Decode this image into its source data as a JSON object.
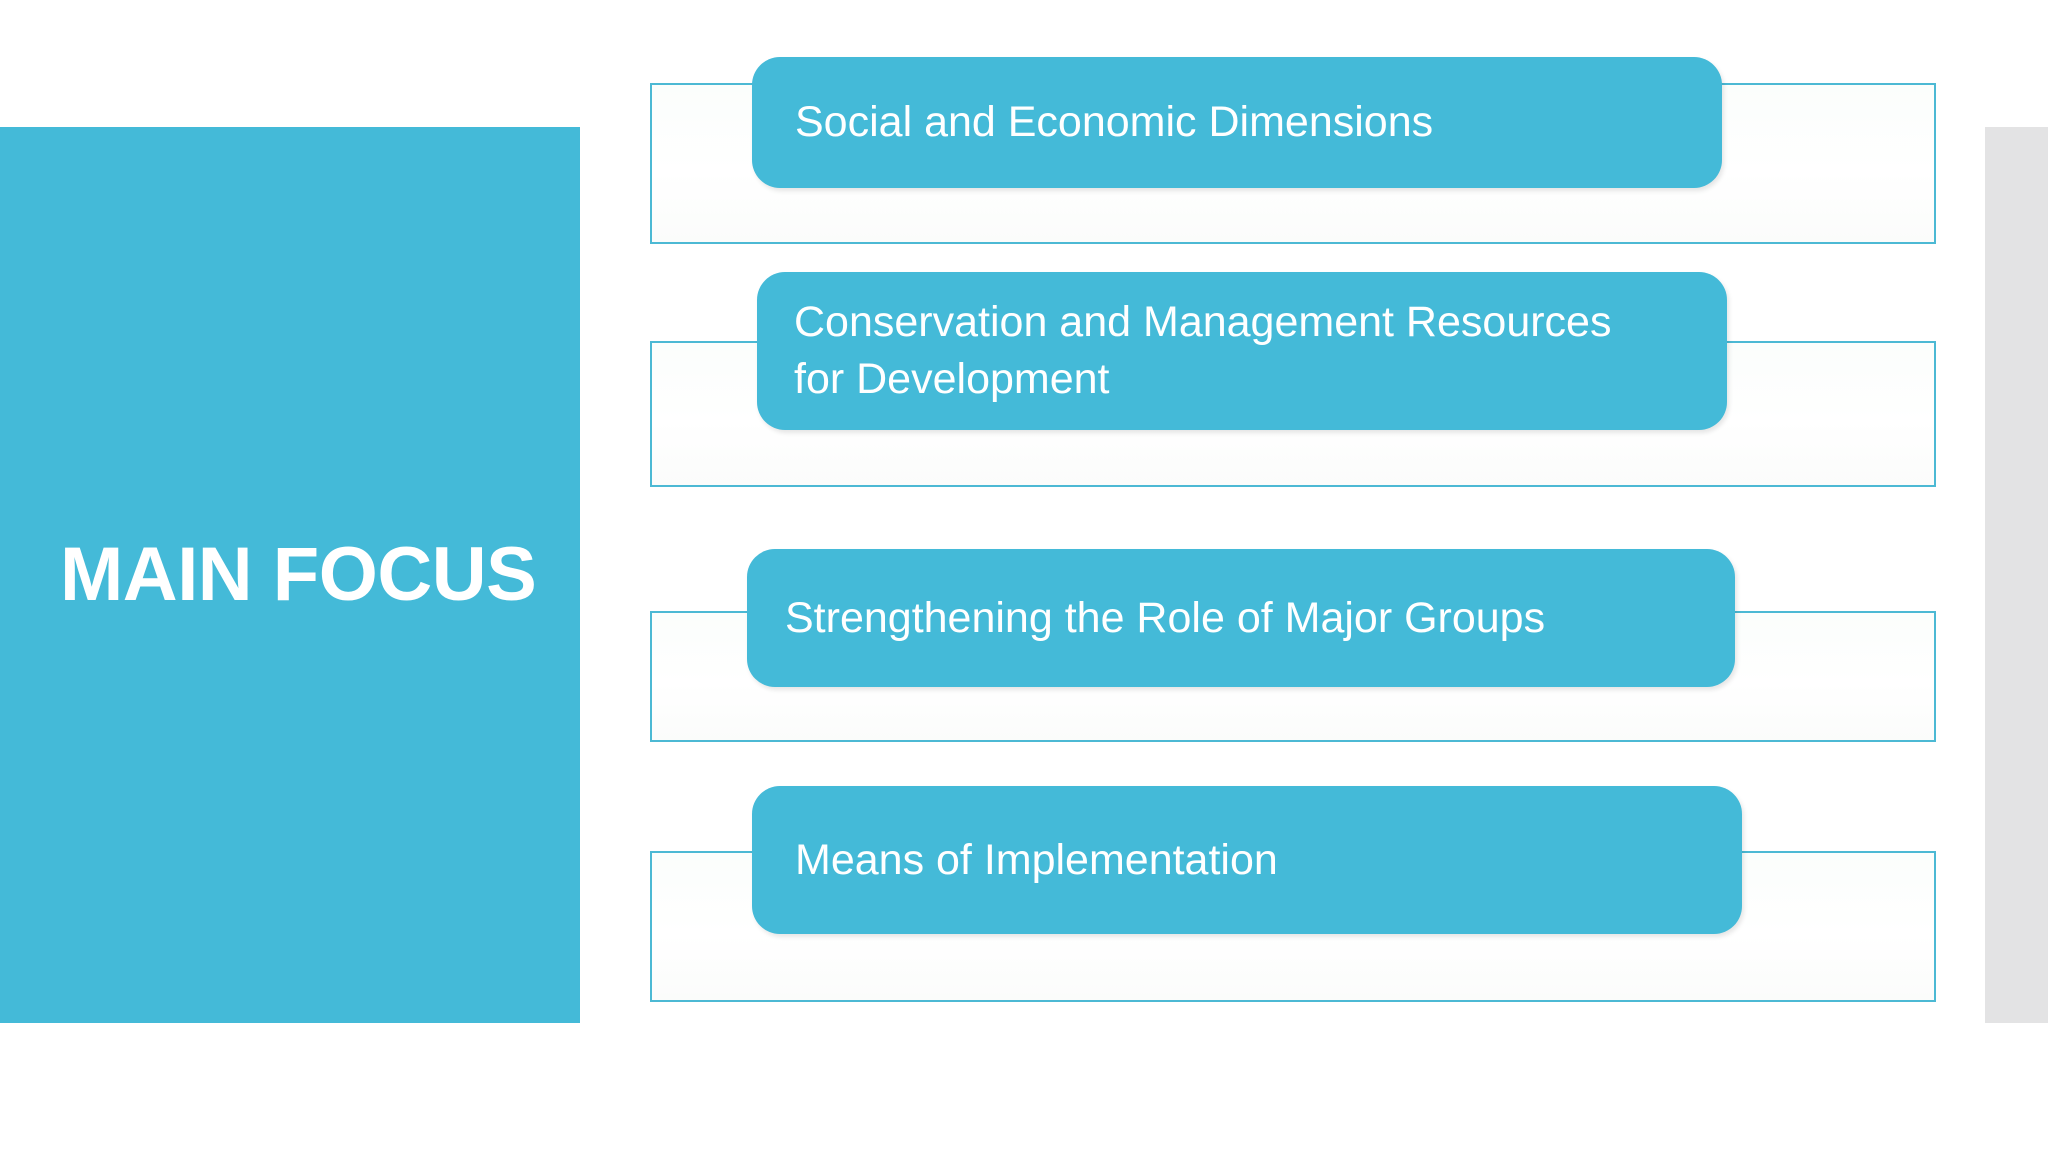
{
  "slide": {
    "title": "MAIN FOCUS",
    "background_color": "#ffffff",
    "accent_color": "#44bad8",
    "outline_color": "#4cb9d4",
    "band_color": "#e3e3e4",
    "title_text_color": "#ffffff"
  },
  "items": [
    {
      "label": "Social and Economic Dimensions"
    },
    {
      "label": "Conservation and Management Resources\nfor Development"
    },
    {
      "label": "Strengthening the Role of Major Groups"
    },
    {
      "label": "Means of Implementation"
    }
  ]
}
